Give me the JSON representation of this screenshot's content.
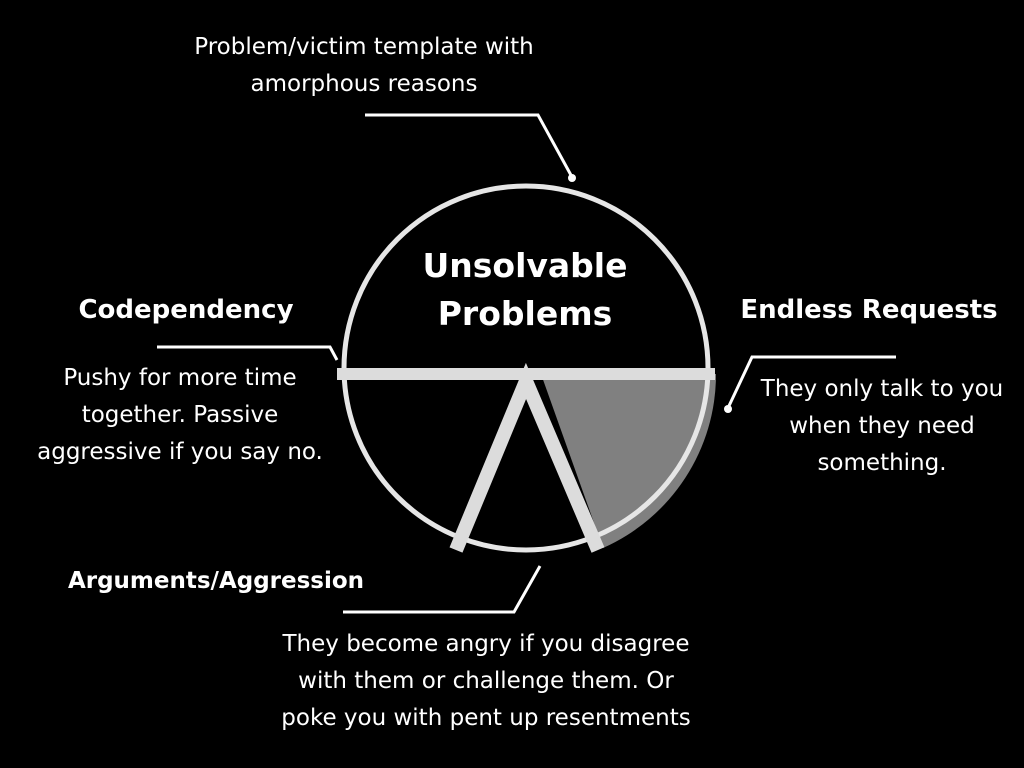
{
  "colors": {
    "background": "#000000",
    "outline": "#e6e6e6",
    "text": "#ffffff",
    "shaded_segment": "#808080"
  },
  "center": {
    "title_line1": "Unsolvable",
    "title_line2": "Problems"
  },
  "callouts": {
    "top": {
      "line1": "Problem/victim template with",
      "line2": "amorphous reasons"
    },
    "codependency": {
      "heading": "Codependency",
      "line1": "Pushy for more time",
      "line2": "together. Passive",
      "line3": "aggressive if you say no."
    },
    "endless_requests": {
      "heading": "Endless Requests",
      "line1": "They only talk to you",
      "line2": "when they need",
      "line3": "something."
    },
    "arguments": {
      "heading": "Arguments/Aggression",
      "line1": "They become angry if you disagree",
      "line2": "with them or challenge them. Or",
      "line3": "poke you with pent up resentments"
    }
  }
}
